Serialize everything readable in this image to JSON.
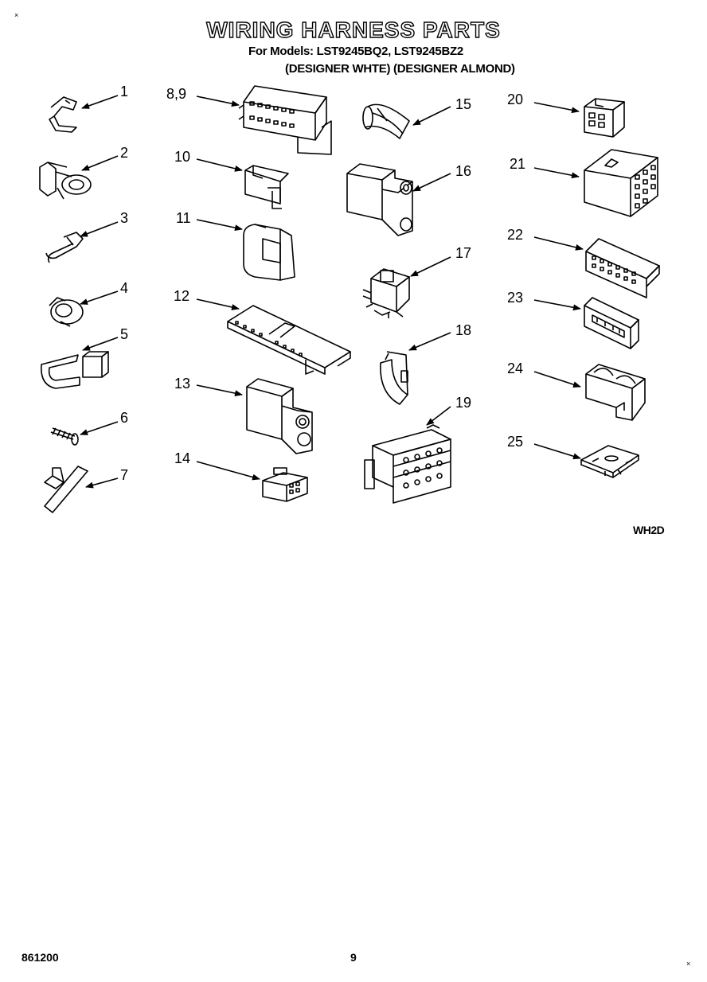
{
  "title": "WIRING HARNESS PARTS",
  "models_line": "For Models: LST9245BQ2, LST9245BZ2",
  "variants_line": "(DESIGNER WHTE) (DESIGNER ALMOND)",
  "diagram_code": "WH2D",
  "footer": {
    "doc_number": "861200",
    "page_number": "9"
  },
  "corner_marks": {
    "top_left": "×",
    "bottom_right": "×"
  },
  "parts": [
    {
      "label": "1",
      "icon": "clip-icon"
    },
    {
      "label": "2",
      "icon": "cable-clamp-icon"
    },
    {
      "label": "3",
      "icon": "wire-clip-icon"
    },
    {
      "label": "4",
      "icon": "ring-clamp-icon"
    },
    {
      "label": "5",
      "icon": "strap-clamp-icon"
    },
    {
      "label": "6",
      "icon": "screw-icon"
    },
    {
      "label": "7",
      "icon": "tie-holder-icon"
    },
    {
      "label": "8,9",
      "icon": "multi-pin-connector-icon"
    },
    {
      "label": "10",
      "icon": "terminal-housing-icon"
    },
    {
      "label": "11",
      "icon": "plug-housing-icon"
    },
    {
      "label": "12",
      "icon": "strip-connector-icon"
    },
    {
      "label": "13",
      "icon": "two-way-housing-icon"
    },
    {
      "label": "14",
      "icon": "small-connector-icon"
    },
    {
      "label": "15",
      "icon": "sleeve-icon"
    },
    {
      "label": "16",
      "icon": "dual-socket-housing-icon"
    },
    {
      "label": "17",
      "icon": "pin-housing-icon"
    },
    {
      "label": "18",
      "icon": "curved-terminal-icon"
    },
    {
      "label": "19",
      "icon": "large-connector-icon"
    },
    {
      "label": "20",
      "icon": "six-pin-block-icon"
    },
    {
      "label": "21",
      "icon": "twelve-pin-block-icon"
    },
    {
      "label": "22",
      "icon": "wide-connector-icon"
    },
    {
      "label": "23",
      "icon": "edge-connector-icon"
    },
    {
      "label": "24",
      "icon": "cup-connector-icon"
    },
    {
      "label": "25",
      "icon": "mounting-plate-icon"
    }
  ]
}
